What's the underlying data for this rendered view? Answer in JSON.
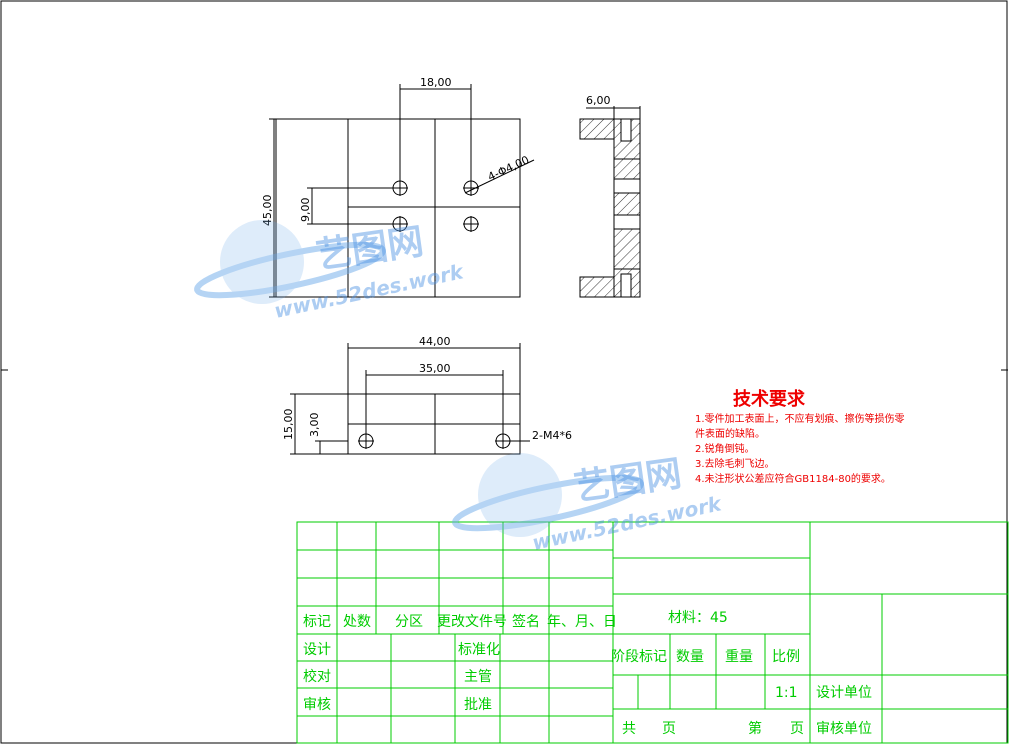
{
  "dimensions": {
    "top_width_18": "18,00",
    "top_height_45": "45,00",
    "top_height_9": "9,00",
    "hole_note": "4-Φ4,00",
    "side_width_6": "6,00",
    "bottom_width_44": "44,00",
    "bottom_width_35": "35,00",
    "bottom_height_15": "15,00",
    "bottom_height_3": "3,00",
    "thread_note": "2-M4*6"
  },
  "tech_requirements": {
    "title": "技术要求",
    "items": [
      "1.零件加工表面上，不应有划痕、擦伤等损伤零",
      "件表面的缺陷。",
      "2.锐角倒钝。",
      "3.去除毛刺飞边。",
      "4.未注形状公差应符合GB1184-80的要求。"
    ]
  },
  "title_block": {
    "h_mark": "标记",
    "h_count": "处数",
    "h_zone": "分区",
    "h_docno": "更改文件号",
    "h_sign": "签名",
    "h_date": "年、月、日",
    "material": "材料：45",
    "r_design": "设计",
    "r_check": "校对",
    "r_review": "审核",
    "r_standard": "标准化",
    "r_supervisor": "主管",
    "r_approve": "批准",
    "h_stage": "阶段标记",
    "h_qty": "数量",
    "h_weight": "重量",
    "h_scale": "比例",
    "scale": "1:1",
    "design_unit": "设计单位",
    "total": "共",
    "page1": "页",
    "sheet": "第",
    "page2": "页",
    "review_unit": "审核单位"
  },
  "watermark": {
    "brand": "艺图网",
    "url": "www.52des.work"
  },
  "colors": {
    "outline": "#000000",
    "title_block": "#00cc00",
    "tech_text": "#e00000",
    "watermark": "#4a90e2"
  }
}
